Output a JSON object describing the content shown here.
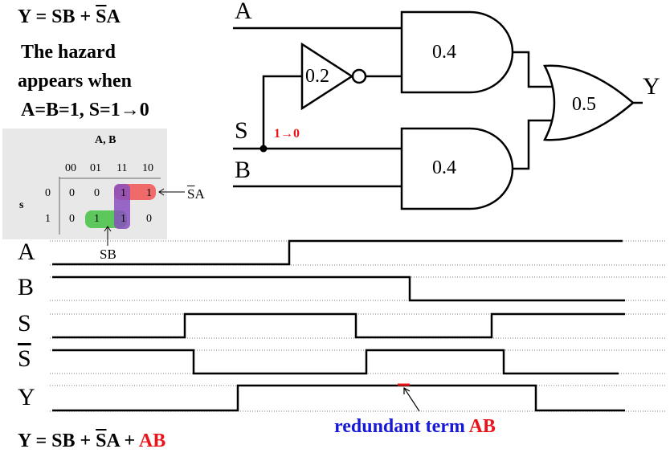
{
  "header": {
    "eq_y": "Y = SB + ",
    "eq_s": "S",
    "eq_a": "A",
    "hazard_line1": "The hazard",
    "hazard_line2": "appears when",
    "hazard_line3": "A=B=1, S=1→0"
  },
  "circuit": {
    "input_a": "A",
    "input_s": "S",
    "input_b": "B",
    "output_y": "Y",
    "transition": "1→0",
    "not_delay": "0.2",
    "and_top_delay": "0.4",
    "and_bottom_delay": "0.4",
    "or_delay": "0.5"
  },
  "kmap": {
    "col_header": "A, B",
    "row_header": "s",
    "cols": [
      "00",
      "01",
      "11",
      "10"
    ],
    "rows": [
      "0",
      "1"
    ],
    "cells": [
      [
        "0",
        "0",
        "1",
        "1"
      ],
      [
        "0",
        "1",
        "1",
        "0"
      ]
    ],
    "label_sa_s": "S",
    "label_sa_a": "A",
    "label_sb": "SB",
    "colors": {
      "red": "#f06a6a",
      "green": "#5cc85c",
      "purple": "#8a4fc0"
    }
  },
  "waveforms": {
    "labels": [
      "A",
      "B",
      "S",
      "S",
      "Y"
    ],
    "glitch_color": "#e8141a"
  },
  "footer": {
    "redundant_text": "redundant term ",
    "redundant_term": "AB",
    "final_eq_y": "Y = SB + ",
    "final_eq_s": "S",
    "final_eq_a": "A + ",
    "final_eq_ab": "AB"
  }
}
